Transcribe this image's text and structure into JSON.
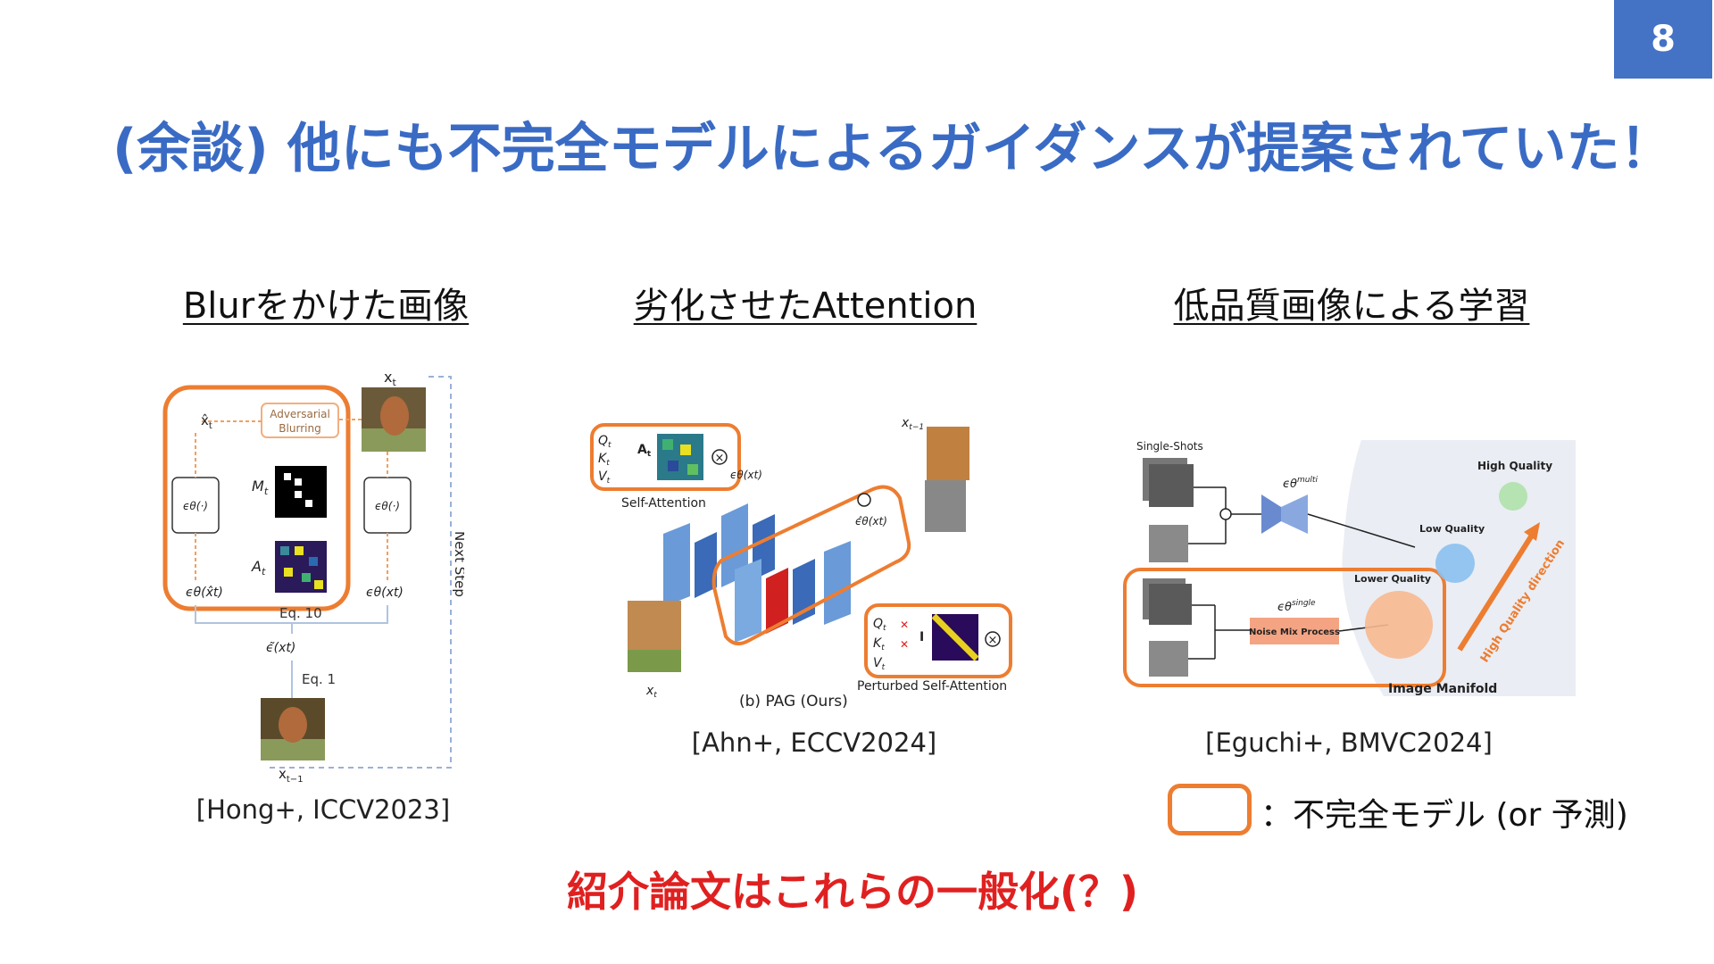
{
  "page_number": "8",
  "title": "(余談) 他にも不完全モデルによるガイダンスが提案されていた！",
  "columns": [
    {
      "heading": "Blurをかけた画像",
      "citation": "[Hong+, ICCV2023]",
      "figure_labels": {
        "x_t": "x",
        "x_t_sub": "t",
        "x_hat": "x̂",
        "x_hat_sub": "t",
        "adversarial_1": "Adversarial",
        "adversarial_2": "Blurring",
        "m_t": "M",
        "m_t_sub": "t",
        "a_t": "A",
        "a_t_sub": "t",
        "eps_left": "ϵθ(·)",
        "eps_right": "ϵθ(·)",
        "eps_hat_out": "ϵθ(x̂t)",
        "eps_out": "ϵθ(xt)",
        "eq10": "Eq. 10",
        "eps_tilde": "ϵ̃(xt)",
        "eq1": "Eq. 1",
        "x_t1": "x",
        "x_t1_sub": "t−1",
        "next_step": "Next Step"
      }
    },
    {
      "heading": "劣化させたAttention",
      "citation": "[Ahn+, ECCV2024]",
      "figure_labels": {
        "q": "Q",
        "k": "K",
        "v": "V",
        "t_sub": "t",
        "a": "A",
        "self_attention": "Self-Attention",
        "eps_x": "ϵθ(xt)",
        "eps_hat_x": "ϵ̂θ(xt)",
        "x_t1": "x",
        "x_t1_sub": "t−1",
        "x_t": "x",
        "identity": "I",
        "perturbed": "Perturbed Self-Attention",
        "caption": "(b) PAG (Ours)"
      }
    },
    {
      "heading": "低品質画像による学習",
      "citation": "[Eguchi+, BMVC2024]",
      "figure_labels": {
        "single_shots": "Single-Shots",
        "eps_multi": "ϵθ",
        "eps_multi_sup": "multi",
        "eps_single": "ϵθ",
        "eps_single_sup": "single",
        "noise_mix": "Noise Mix Process",
        "high_quality": "High Quality",
        "low_quality": "Low Quality",
        "lower_quality": "Lower Quality",
        "direction": "High Quality direction",
        "manifold": "Image Manifold"
      }
    }
  ],
  "legend": {
    "text": "：不完全モデル (or 予測)"
  },
  "conclusion": "紹介論文はこれらの一般化(？)",
  "colors": {
    "accent_blue": "#4472c4",
    "title_blue": "#3a6bc4",
    "highlight_orange": "#ed7d31",
    "conclusion_red": "#e02020"
  }
}
